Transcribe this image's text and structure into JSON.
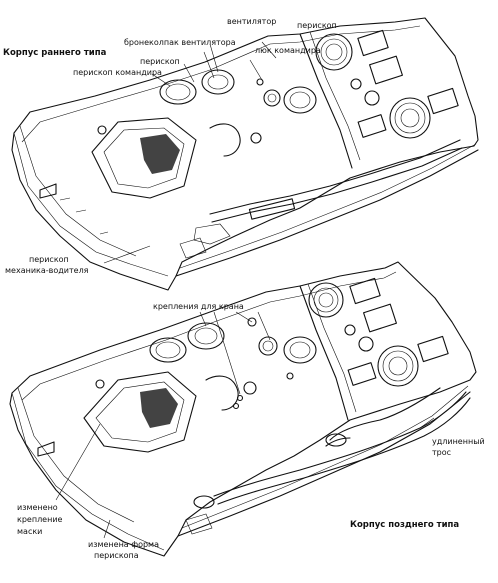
{
  "labels": {
    "early_hull": "Корпус раннего типа",
    "ventilator": "вентилятор",
    "periscope_top": "перископ",
    "armored_vent_cap": "бронеколпак вентилятора",
    "commander_hatch": "люк командира",
    "periscope_mid": "перископ",
    "commander_periscope": "перископ командира",
    "driver_periscope_1": "перископ",
    "driver_periscope_2": "механика-водителя",
    "crane_mounts": "крепления для крана",
    "lengthened_cable_1": "удлиненный",
    "lengthened_cable_2": "трос",
    "changed_mount_1": "изменено",
    "changed_mount_2": "крепление",
    "changed_mount_3": "маски",
    "late_hull": "Корпус позднего типа",
    "changed_shape_1": "изменена форма",
    "changed_shape_2": "перископа"
  }
}
